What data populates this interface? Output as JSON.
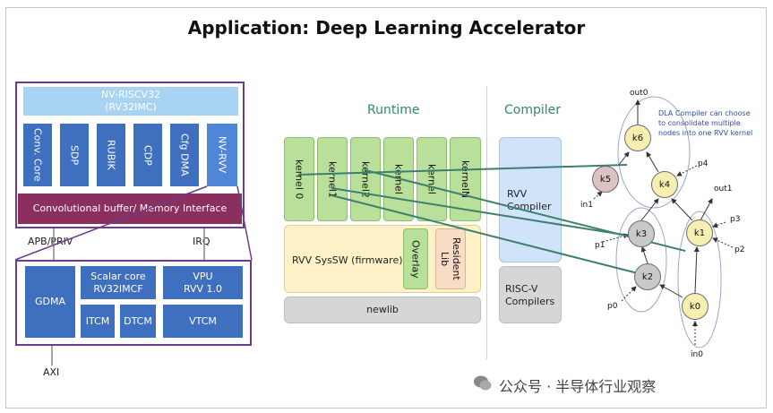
{
  "title": "Application: Deep Learning Accelerator",
  "hardware": {
    "nvriscv_title": "NV-RISCV32",
    "nvriscv_sub": "(RV32IMC)",
    "units": [
      "Conv. Core",
      "SDP",
      "RUBIK",
      "CDP",
      "Cfg DMA",
      "NV-RVV"
    ],
    "conv_buffer": "Convolutional buffer/ Memory Interface",
    "apb_label": "APB/PRIV",
    "irq_label": "IRQ",
    "gdma": "GDMA",
    "scalar_core": "Scalar core",
    "scalar_core_sub": "RV32IMCF",
    "vpu": "VPU",
    "vpu_sub": "RVV 1.0",
    "itcm": "ITCM",
    "dtcm": "DTCM",
    "vtcm": "VTCM",
    "axi_label": "AXI"
  },
  "runtime": {
    "header": "Runtime",
    "kernels": [
      "kernel 0",
      "kernel1",
      "kernel2",
      "kernel",
      "kernel",
      "kernelN"
    ],
    "syssw": "RVV SysSW (firmware)",
    "overlay": "Overlay",
    "resident": "Resident Lib",
    "newlib": "newlib"
  },
  "compiler": {
    "header": "Compiler",
    "rvv": "RVV Compiler",
    "riscv": "RISC-V Compilers"
  },
  "graph": {
    "note": "DLA Compiler can choose to consolidate multiple nodes into one RVV kernel",
    "nodes": [
      "k6",
      "k5",
      "k4",
      "k3",
      "k1",
      "k2",
      "k0"
    ],
    "labels": [
      "out0",
      "p4",
      "in1",
      "out1",
      "p3",
      "p1",
      "p2",
      "p0",
      "in0"
    ]
  },
  "watermark": "公众号 · 半导体行业观察",
  "colors": {
    "blue": "#3f6fbf",
    "light_blue": "#a9d3f3",
    "maroon": "#8b2f5e",
    "purple_border": "#6b3d8f",
    "green": "#b8e09a",
    "arrow": "#3f7f6f"
  }
}
